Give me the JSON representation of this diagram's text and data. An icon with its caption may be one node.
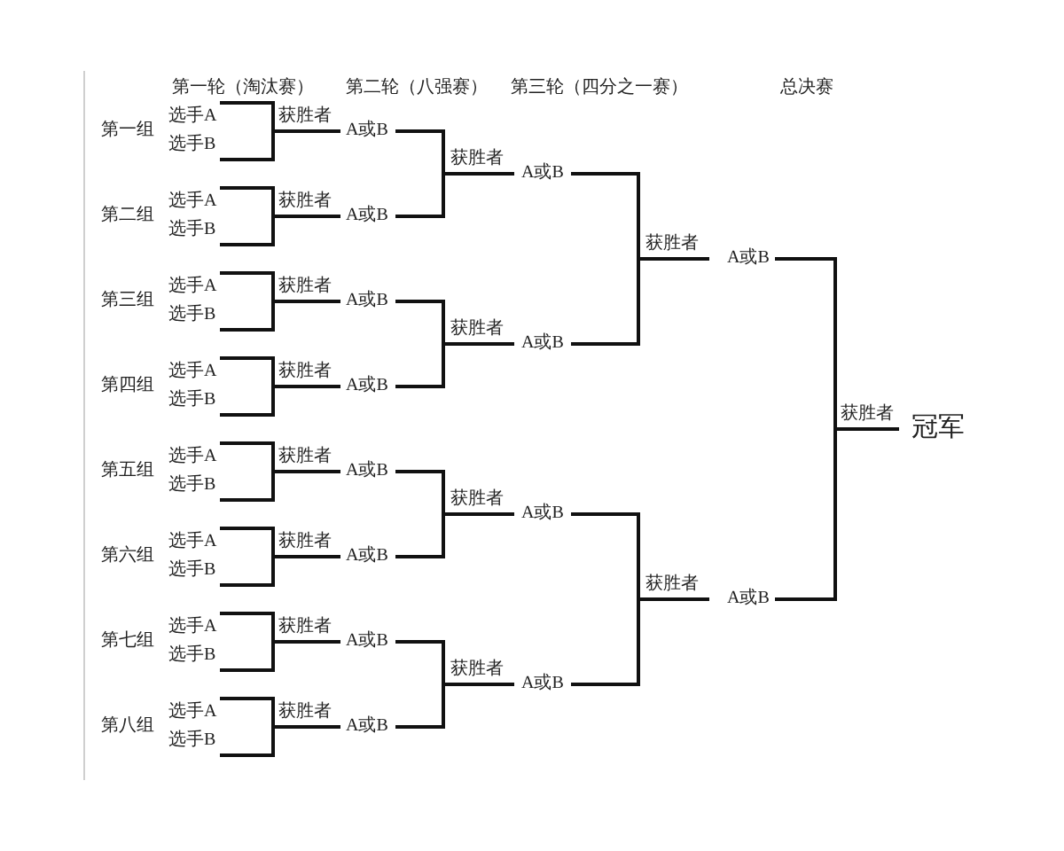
{
  "diagram": {
    "labels": [
      "第一轮（淘汰赛）",
      "第二轮（八强赛）",
      "第三轮（四分之一赛）",
      "总决赛",
      "第一组",
      "选手A",
      "选手B",
      "获胜者",
      "A或B",
      "第二组",
      "选手A",
      "选手B",
      "获胜者",
      "A或B",
      "第三组",
      "选手A",
      "选手B",
      "获胜者",
      "A或B",
      "第四组",
      "选手A",
      "选手B",
      "获胜者",
      "A或B",
      "第五组",
      "选手A",
      "选手B",
      "获胜者",
      "A或B",
      "第六组",
      "选手A",
      "选手B",
      "获胜者",
      "A或B",
      "第七组",
      "选手A",
      "选手B",
      "获胜者",
      "A或B",
      "第八组",
      "选手A",
      "选手B",
      "获胜者",
      "A或B",
      "获胜者",
      "A或B",
      "获胜者",
      "A或B",
      "获胜者",
      "A或B",
      "获胜者",
      "A或B",
      "获胜者",
      "A或B",
      "获胜者",
      "A或B",
      "获胜者",
      "冠军"
    ]
  }
}
